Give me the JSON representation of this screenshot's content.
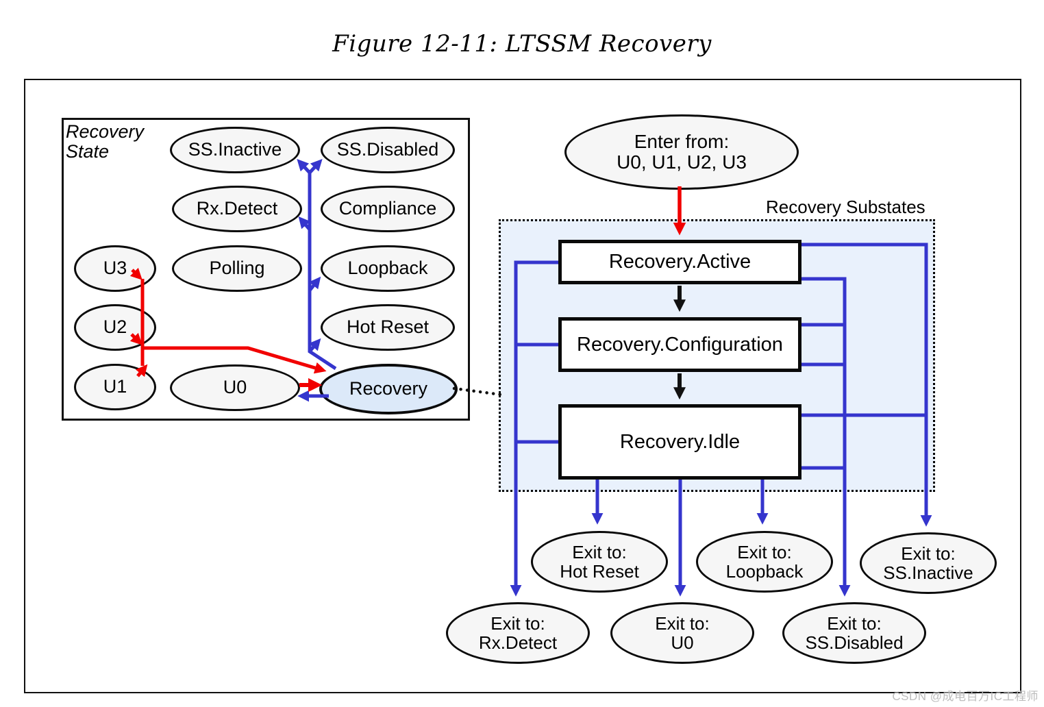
{
  "figure": {
    "title": "Figure 12-11: LTSSM Recovery"
  },
  "watermark": "CSDN @成电百万IC工程师",
  "left_panel": {
    "label_line1": "Recovery",
    "label_line2": "State",
    "states": [
      {
        "id": "ss-inactive",
        "label": "SS.Inactive"
      },
      {
        "id": "ss-disabled",
        "label": "SS.Disabled"
      },
      {
        "id": "rx-detect",
        "label": "Rx.Detect"
      },
      {
        "id": "compliance",
        "label": "Compliance"
      },
      {
        "id": "polling",
        "label": "Polling"
      },
      {
        "id": "loopback",
        "label": "Loopback"
      },
      {
        "id": "u3",
        "label": "U3"
      },
      {
        "id": "u2",
        "label": "U2"
      },
      {
        "id": "u1",
        "label": "U1"
      },
      {
        "id": "hot-reset",
        "label": "Hot Reset"
      },
      {
        "id": "u0",
        "label": "U0"
      },
      {
        "id": "recovery",
        "label": "Recovery",
        "highlighted": true
      }
    ]
  },
  "substates_panel": {
    "label": "Recovery Substates",
    "entry": {
      "line1": "Enter from:",
      "line2": "U0, U1, U2, U3"
    },
    "boxes": [
      "Recovery.Active",
      "Recovery.Configuration",
      "Recovery.Idle"
    ],
    "exits": [
      {
        "line1": "Exit to:",
        "line2": "Hot Reset"
      },
      {
        "line1": "Exit to:",
        "line2": "Loopback"
      },
      {
        "line1": "Exit to:",
        "line2": "SS.Inactive"
      },
      {
        "line1": "Exit to:",
        "line2": "Rx.Detect"
      },
      {
        "line1": "Exit to:",
        "line2": "U0"
      },
      {
        "line1": "Exit to:",
        "line2": "SS.Disabled"
      }
    ]
  },
  "colors": {
    "arrow_blue": "#3535cd",
    "arrow_red": "#f10000",
    "arrow_black": "#111111",
    "node_fill": "#f6f6f6",
    "recovery_highlight_fill": "#dce9f9",
    "substates_fill": "#e9f1fc"
  }
}
